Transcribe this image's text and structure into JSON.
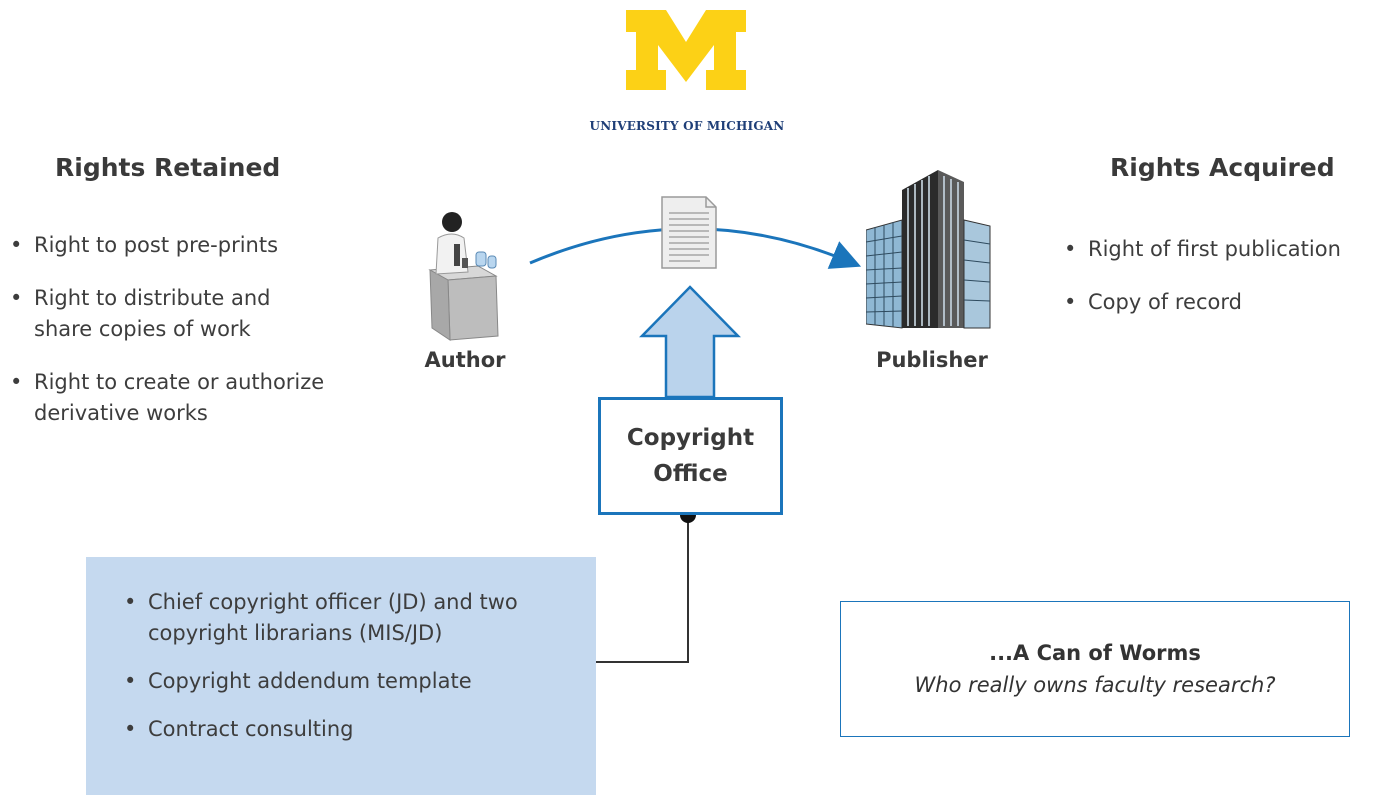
{
  "logo": {
    "text": "UNIVERSITY OF MICHIGAN",
    "color": "#fcd116"
  },
  "rights_retained": {
    "title": "Rights Retained",
    "items": [
      "Right to post pre-prints",
      "Right to distribute and share copies of work",
      "Right to create or authorize derivative works"
    ]
  },
  "rights_acquired": {
    "title": "Rights Acquired",
    "items": [
      "Right of first publication",
      "Copy of record"
    ]
  },
  "author": {
    "label": "Author"
  },
  "publisher": {
    "label": "Publisher"
  },
  "copyright_office": {
    "line1": "Copyright",
    "line2": "Office"
  },
  "office_details": {
    "items": [
      "Chief copyright officer (JD) and two copyright librarians (MIS/JD)",
      "Copyright addendum template",
      "Contract consulting"
    ]
  },
  "worms": {
    "title": "...A Can of Worms",
    "subtitle": "Who really owns faculty research?"
  },
  "colors": {
    "accent": "#1b75bb",
    "panel": "#c5d9ef",
    "arrow_fill": "#bad3ec"
  }
}
